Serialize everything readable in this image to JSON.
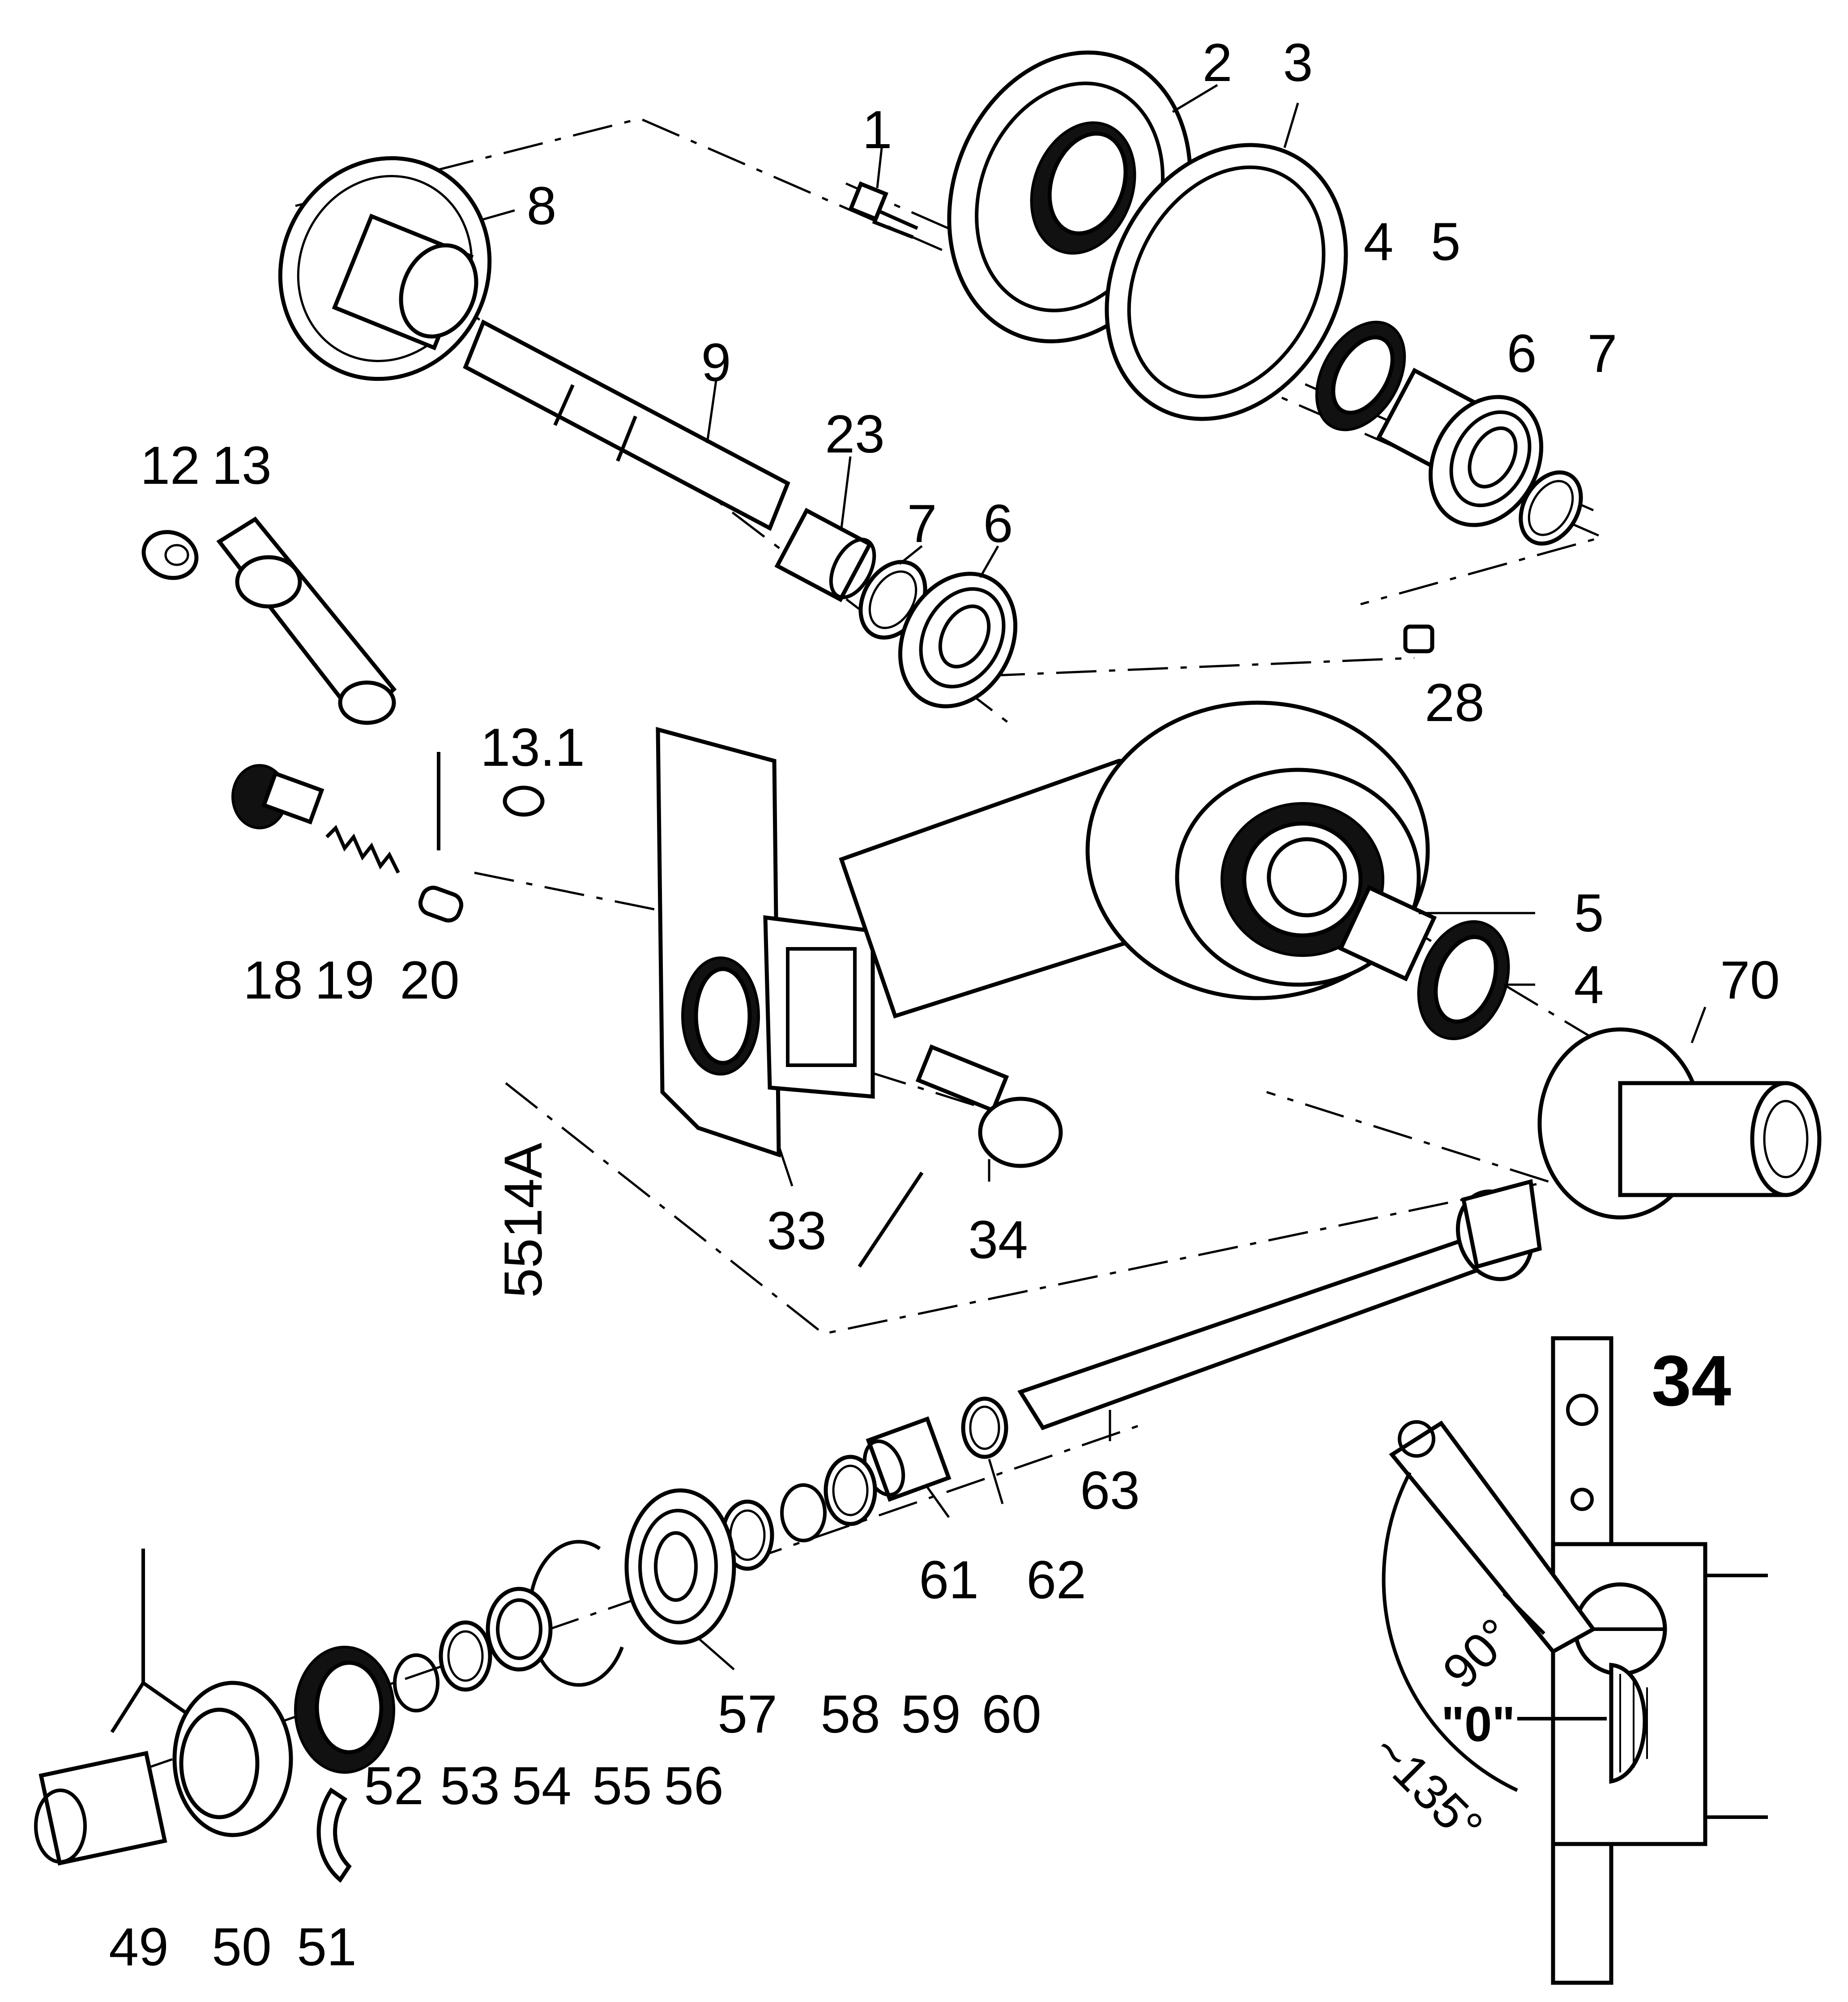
{
  "drawing_code": "5514A",
  "part_labels": [
    {
      "id": "p1",
      "text": "1"
    },
    {
      "id": "p2",
      "text": "2"
    },
    {
      "id": "p3",
      "text": "3"
    },
    {
      "id": "p4a",
      "text": "4"
    },
    {
      "id": "p5a",
      "text": "5"
    },
    {
      "id": "p6a",
      "text": "6"
    },
    {
      "id": "p7a",
      "text": "7"
    },
    {
      "id": "p8",
      "text": "8"
    },
    {
      "id": "p9",
      "text": "9"
    },
    {
      "id": "p23",
      "text": "23"
    },
    {
      "id": "p7b",
      "text": "7"
    },
    {
      "id": "p6b",
      "text": "6"
    },
    {
      "id": "p12",
      "text": "12"
    },
    {
      "id": "p13",
      "text": "13"
    },
    {
      "id": "p28",
      "text": "28"
    },
    {
      "id": "p131",
      "text": "13.1"
    },
    {
      "id": "p18",
      "text": "18"
    },
    {
      "id": "p19",
      "text": "19"
    },
    {
      "id": "p20",
      "text": "20"
    },
    {
      "id": "p5b",
      "text": "5"
    },
    {
      "id": "p4b",
      "text": "4"
    },
    {
      "id": "p70",
      "text": "70"
    },
    {
      "id": "p33",
      "text": "33"
    },
    {
      "id": "p34",
      "text": "34"
    },
    {
      "id": "p63",
      "text": "63"
    },
    {
      "id": "p61",
      "text": "61"
    },
    {
      "id": "p62",
      "text": "62"
    },
    {
      "id": "p57",
      "text": "57"
    },
    {
      "id": "p58",
      "text": "58"
    },
    {
      "id": "p59",
      "text": "59"
    },
    {
      "id": "p60",
      "text": "60"
    },
    {
      "id": "p52",
      "text": "52"
    },
    {
      "id": "p53",
      "text": "53"
    },
    {
      "id": "p54",
      "text": "54"
    },
    {
      "id": "p55",
      "text": "55"
    },
    {
      "id": "p56",
      "text": "56"
    },
    {
      "id": "p49",
      "text": "49"
    },
    {
      "id": "p50",
      "text": "50"
    },
    {
      "id": "p51",
      "text": "51"
    }
  ],
  "detail_view": {
    "part_number": "34",
    "angle_90": "90°",
    "position_zero": "\"0\"",
    "angle_135": "~135°"
  }
}
